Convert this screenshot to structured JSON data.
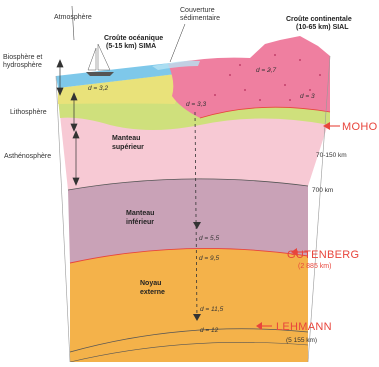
{
  "labels": {
    "atmosphere": "Atmosphère",
    "biosphere_1": "Biosphère et",
    "biosphere_2": "hydrosphère",
    "lithosphere": "Lithosphère",
    "asthenosphere": "Asthénosphère",
    "oceanic_crust_1": "Croûte océanique",
    "oceanic_crust_2": "(5-15 km) SIMA",
    "sedimentary_cover_1": "Couverture",
    "sedimentary_cover_2": "sédimentaire",
    "continental_crust_1": "Croûte continentale",
    "continental_crust_2": "(10-65 km) SIAL",
    "upper_mantle_1": "Manteau",
    "upper_mantle_2": "supérieur",
    "lower_mantle_1": "Manteau",
    "lower_mantle_2": "inférieur",
    "outer_core_1": "Noyau",
    "outer_core_2": "externe"
  },
  "densities": {
    "d_continental": "d = 2,7",
    "d_continental_deep": "d = 3",
    "d_oceanic": "d = 3,2",
    "d_upper_mantle": "d = 3,3",
    "d_lower_mantle_bottom": "d = 5,5",
    "d_core_top": "d = 9,5",
    "d_core_bottom": "d = 11,5",
    "d_inner_core": "d = 12"
  },
  "boundaries": {
    "moho": "MOHO",
    "moho_depth": "70-150 km",
    "depth_700": "700 km",
    "gutenberg": "GUTENBERG",
    "gutenberg_depth": "(2 885 km)",
    "lehmann": "LEHMANN",
    "lehmann_depth": "(5 155 km)"
  },
  "colors": {
    "atmosphere": "#eef6fb",
    "ocean": "#7ec8ea",
    "continental_crust": "#ef7fa0",
    "oceanic_crust": "#e9e27a",
    "lithospheric_mantle": "#cfe07c",
    "upper_mantle": "#f7c9d4",
    "lower_mantle": "#c9a2b7",
    "outer_core": "#f4b24a",
    "accent": "#e8453c"
  }
}
